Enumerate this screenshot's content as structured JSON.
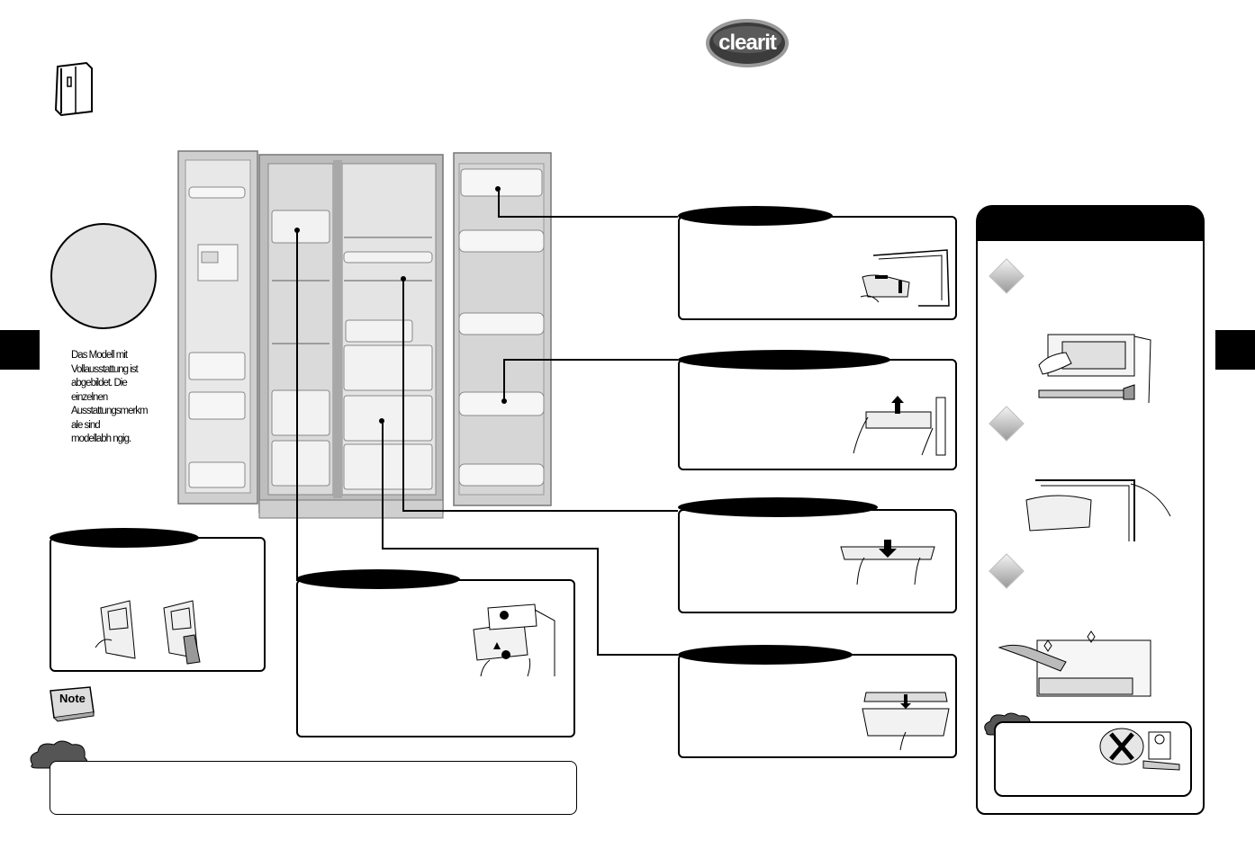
{
  "brand": {
    "logo_text": "clearit",
    "logo_color": "#4a4a4a"
  },
  "model_note": {
    "lines": [
      "Das Modell mit",
      "Vollausstattung ist",
      "abgebildet. Die",
      "einzelnen",
      "Ausstattungsmerkm",
      "ale sind",
      "modellabh ngig."
    ]
  },
  "note_label": "Note",
  "icons": {
    "fridge": "fridge-icon",
    "storm": "warning-storm-icon",
    "note": "note-book-icon"
  },
  "colors": {
    "accent": "#000000",
    "fridge_body": "#c8c8c8",
    "fridge_inner": "#e6e6e6"
  }
}
